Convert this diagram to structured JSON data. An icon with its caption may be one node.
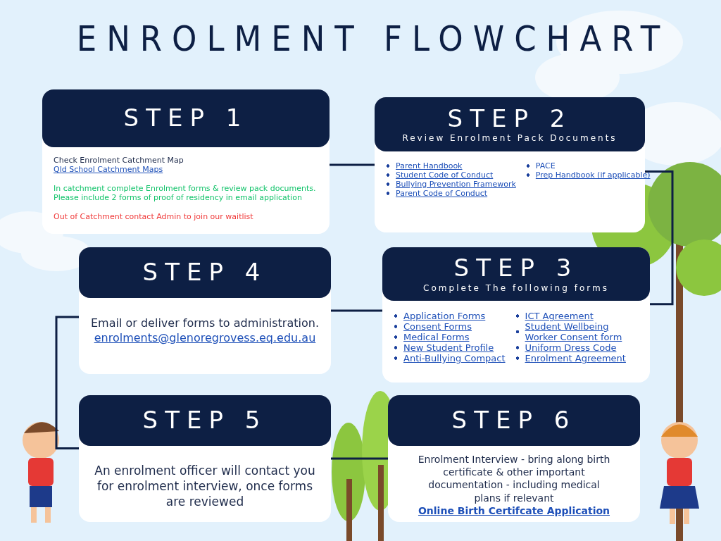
{
  "diagram": {
    "title": "ENROLMENT FLOWCHART",
    "nodes": [
      {
        "text": [
          "Check Enrolment Catchment Map",
          "Qld School Catchment Maps",
          "In catchment complete Enrolment forms & review pack documents. Please include 2 forms of proof of residency in email application",
          "Out of Catchment contact Admin to join our waitlist"
        ]
      },
      {
        "text": [
          "STEP 1"
        ],
        "in": 0
      },
      {
        "text": [
          "Parent Handbook",
          "Student Code of Conduct",
          "Bullying Prevention Framework",
          "Parent Code of Conduct",
          "PACE",
          "Prep Handbook (if applicable)"
        ]
      },
      {
        "text": [
          "STEP 2",
          "Review Enrolment Pack Documents"
        ],
        "in": 2
      },
      {
        "text": [
          "Application Forms",
          "Consent Forms",
          "Medical Forms",
          "New Student Profile",
          "Anti-Bullying Compact",
          "ICT Agreement",
          "Student Wellbeing Worker Consent form",
          "Uniform Dress Code",
          "Enrolment Agreement"
        ]
      },
      {
        "text": [
          "STEP 3",
          "Complete The following forms"
        ],
        "in": 4
      },
      {
        "text": [
          "Email or deliver forms to administration.",
          "enrolments@glenoregrovess.eq.edu.au"
        ]
      },
      {
        "text": [
          "STEP 4"
        ],
        "in": 6
      },
      {
        "text": [
          "An enrolment officer will contact you for enrolment interview, once forms are  reviewed"
        ]
      },
      {
        "text": [
          "STEP 5"
        ],
        "in": 8
      },
      {
        "text": [
          "Enrolment Interview - bring along birth certificate & other important documentation - including medical plans if relevant",
          "Online Birth Certifcate Application"
        ]
      },
      {
        "text": [
          "STEP 6"
        ],
        "in": 10
      }
    ],
    "edges": [
      {
        "from": 0,
        "to": 2,
        "arrow": "none"
      },
      {
        "from": 2,
        "to": 4,
        "arrow": "none"
      },
      {
        "from": 4,
        "to": 6,
        "arrow": "none"
      },
      {
        "from": 6,
        "to": 8,
        "arrow": "none"
      },
      {
        "from": 8,
        "to": 10,
        "arrow": "none"
      }
    ]
  }
}
